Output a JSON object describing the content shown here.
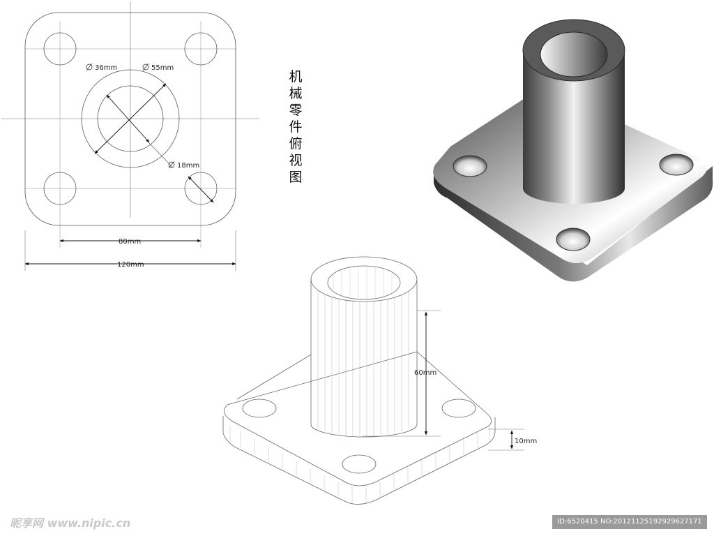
{
  "title": "机械零件俯视图",
  "top_view": {
    "dims": {
      "inner_diameter": "36mm",
      "outer_diameter": "55mm",
      "hole_diameter": "18mm",
      "hole_spacing": "80mm",
      "overall_width": "120mm"
    }
  },
  "wireframe_view": {
    "dims": {
      "boss_height": "60mm",
      "plate_thickness": "10mm"
    }
  },
  "watermark": {
    "left": "昵享网 www.nipic.cn",
    "right": "ID:6520415 NO:20121125192929627171"
  },
  "colors": {
    "line": "#555555",
    "dim_line": "#222222",
    "shade_dark": "#3a3a3a",
    "shade_light": "#f4f4f4"
  }
}
